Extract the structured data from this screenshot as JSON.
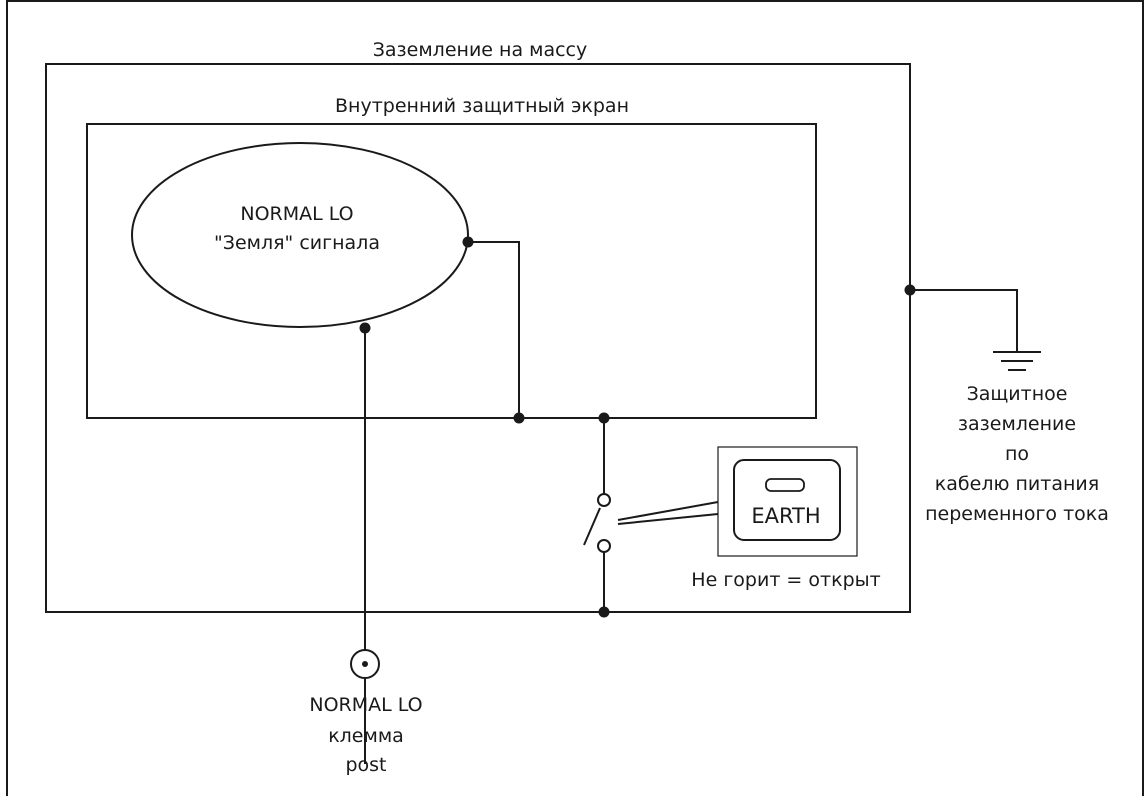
{
  "outer_shield_label": "Заземление на массу",
  "inner_shield_label": "Внутренний защитный экран",
  "signal_ground": {
    "line1": "NORMAL LO",
    "line2": "\"Земля\" сигнала"
  },
  "earth_button_label": "EARTH",
  "switch_state_label": "Не горит = открыт",
  "protective_earth": {
    "lines": [
      "Защитное",
      "заземление",
      "по",
      "кабелю питания",
      "переменного тока"
    ]
  },
  "terminal": {
    "lines": [
      "NORMAL LO",
      "клемма",
      "post"
    ]
  }
}
